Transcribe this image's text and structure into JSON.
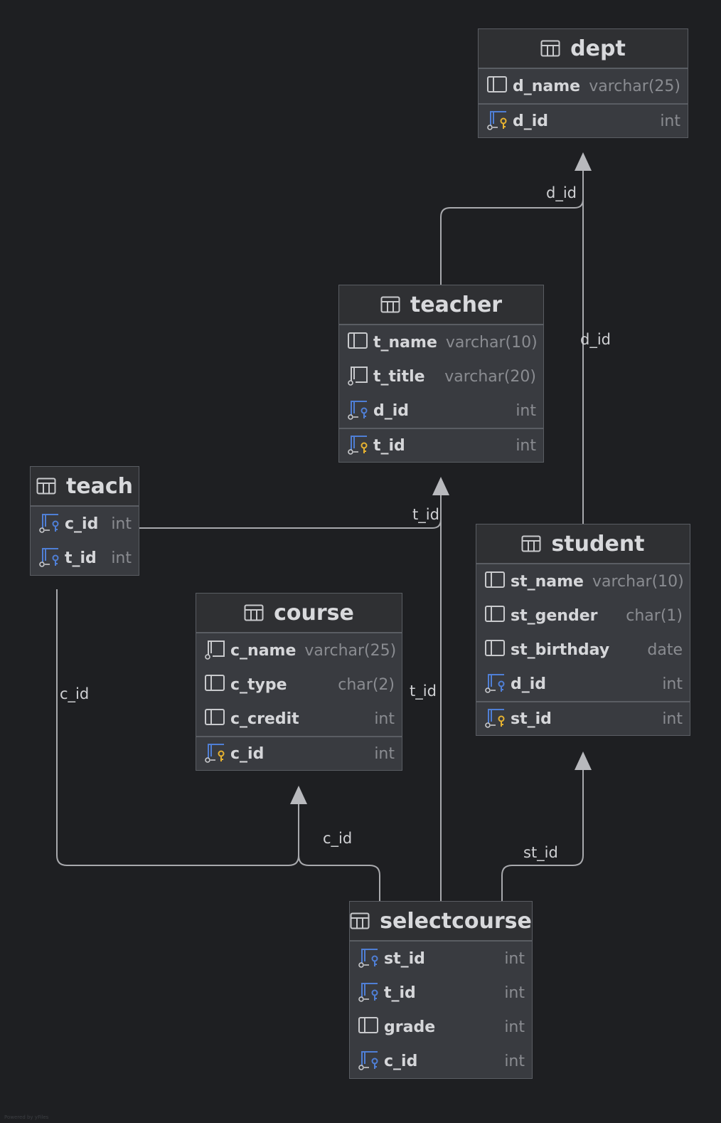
{
  "colors": {
    "background": "#1e1f22",
    "entity_body": "#393b40",
    "entity_header": "#2f3033",
    "fk_icon": "#4f7fd6",
    "pk_icon": "#e6b230",
    "edge": "#a8a9ad"
  },
  "entities": {
    "dept": {
      "title": "dept",
      "icon": "table-icon",
      "columns": [
        {
          "name": "d_name",
          "type": "varchar(25)",
          "icon": "column-icon"
        },
        {
          "name": "d_id",
          "type": "int",
          "icon": "primary-key-icon",
          "pk": true
        }
      ]
    },
    "teacher": {
      "title": "teacher",
      "icon": "table-icon",
      "columns": [
        {
          "name": "t_name",
          "type": "varchar(10)",
          "icon": "column-icon"
        },
        {
          "name": "t_title",
          "type": "varchar(20)",
          "icon": "nullable-column-icon"
        },
        {
          "name": "d_id",
          "type": "int",
          "icon": "foreign-key-icon"
        },
        {
          "name": "t_id",
          "type": "int",
          "icon": "primary-key-icon",
          "pk": true
        }
      ]
    },
    "teach": {
      "title": "teach",
      "icon": "table-icon",
      "columns": [
        {
          "name": "c_id",
          "type": "int",
          "icon": "foreign-key-icon"
        },
        {
          "name": "t_id",
          "type": "int",
          "icon": "foreign-key-icon"
        }
      ]
    },
    "student": {
      "title": "student",
      "icon": "table-icon",
      "columns": [
        {
          "name": "st_name",
          "type": "varchar(10)",
          "icon": "column-icon"
        },
        {
          "name": "st_gender",
          "type": "char(1)",
          "icon": "column-icon"
        },
        {
          "name": "st_birthday",
          "type": "date",
          "icon": "column-icon"
        },
        {
          "name": "d_id",
          "type": "int",
          "icon": "foreign-key-icon"
        },
        {
          "name": "st_id",
          "type": "int",
          "icon": "primary-key-icon",
          "pk": true
        }
      ]
    },
    "course": {
      "title": "course",
      "icon": "table-icon",
      "columns": [
        {
          "name": "c_name",
          "type": "varchar(25)",
          "icon": "nullable-column-icon"
        },
        {
          "name": "c_type",
          "type": "char(2)",
          "icon": "column-icon"
        },
        {
          "name": "c_credit",
          "type": "int",
          "icon": "column-icon"
        },
        {
          "name": "c_id",
          "type": "int",
          "icon": "primary-key-icon",
          "pk": true
        }
      ]
    },
    "selectcourse": {
      "title": "selectcourse",
      "icon": "table-icon",
      "columns": [
        {
          "name": "st_id",
          "type": "int",
          "icon": "foreign-key-icon"
        },
        {
          "name": "t_id",
          "type": "int",
          "icon": "foreign-key-icon"
        },
        {
          "name": "grade",
          "type": "int",
          "icon": "column-icon"
        },
        {
          "name": "c_id",
          "type": "int",
          "icon": "foreign-key-icon"
        }
      ]
    }
  },
  "relationships": [
    {
      "from": "teacher",
      "to": "dept",
      "label": "d_id"
    },
    {
      "from": "student",
      "to": "dept",
      "label": "d_id"
    },
    {
      "from": "teach",
      "to": "teacher",
      "label": "t_id"
    },
    {
      "from": "teach",
      "to": "course",
      "label": "c_id"
    },
    {
      "from": "selectcourse",
      "to": "teacher",
      "label": "t_id"
    },
    {
      "from": "selectcourse",
      "to": "course",
      "label": "c_id"
    },
    {
      "from": "selectcourse",
      "to": "student",
      "label": "st_id"
    }
  ],
  "footer": {
    "watermark": "Powered by yFiles"
  }
}
